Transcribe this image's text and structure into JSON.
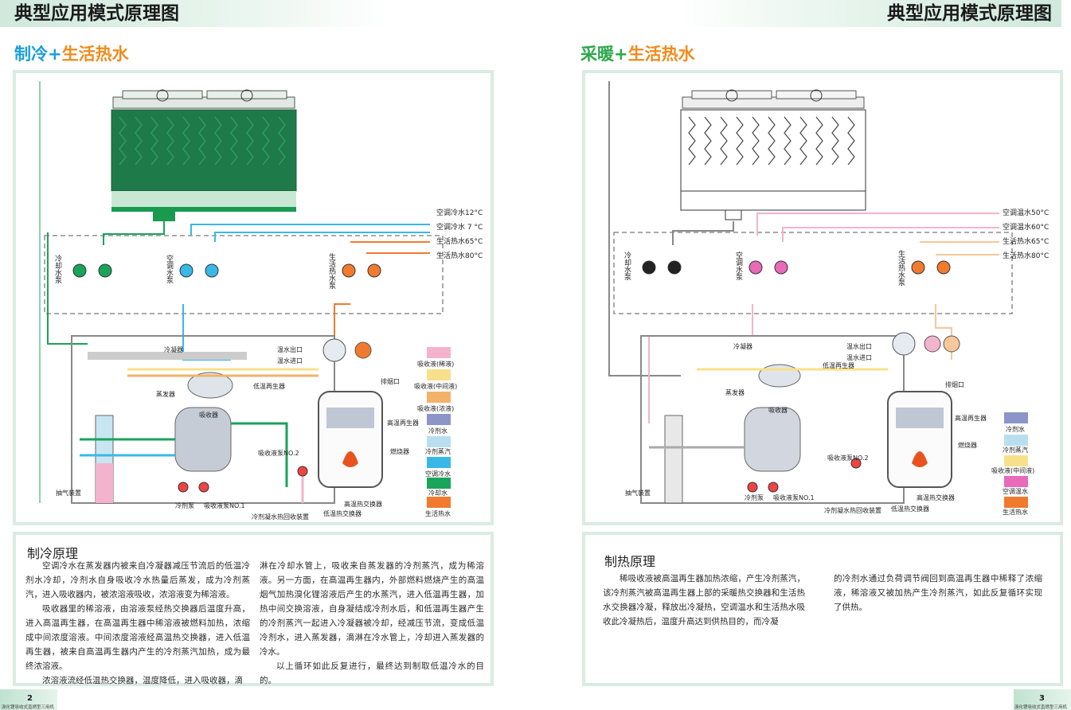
{
  "left": {
    "header": "典型应用模式原理图",
    "subtitle_a": "制冷",
    "subtitle_plus": "+",
    "subtitle_b": "生活热水",
    "outlets": [
      "空调冷水12°C",
      "空调冷水 7 °C",
      "生活热水65°C",
      "生活热水80°C"
    ],
    "pump_labels": [
      "冷却水泵",
      "空调水泵",
      "生活热水泵"
    ],
    "labels": {
      "condenser": "冷凝器",
      "hot_out": "温水出口",
      "hot_in": "温水进口",
      "lt_gen": "低温再生器",
      "evaporator": "蒸发器",
      "absorber": "吸收器",
      "exhaust": "排烟口",
      "ht_gen": "高温再生器",
      "burner": "燃烧器",
      "abs_pump2": "吸收液泵NO.2",
      "purge": "抽气装置",
      "ref_pump": "冷剂泵",
      "abs_pump1": "吸收液泵NO.1",
      "ht_hx": "高温热交换器",
      "lt_hx": "低温热交换器",
      "recovery": "冷剂凝水热回收装置"
    },
    "legend": [
      {
        "label": "吸收液(稀液)",
        "color": "#f3b3cd"
      },
      {
        "label": "吸收液(中间液)",
        "color": "#f8e08a"
      },
      {
        "label": "吸收液(浓液)",
        "color": "#f2b26a"
      },
      {
        "label": "冷剂水",
        "color": "#8c94c8"
      },
      {
        "label": "冷剂蒸汽",
        "color": "#b9def0"
      },
      {
        "label": "空调冷水",
        "color": "#39b8e8"
      },
      {
        "label": "冷却水",
        "color": "#1aa35a"
      },
      {
        "label": "生活热水",
        "color": "#f07b2e"
      }
    ],
    "text_title": "制冷原理",
    "col1": [
      "空调冷水在蒸发器内被来自冷凝器减压节流后的低温冷剂水冷却，冷剂水自身吸收冷水热量后蒸发，成为冷剂蒸汽，进入吸收器内，被浓溶液吸收，浓溶液变为稀溶液。",
      "吸收器里的稀溶液，由溶液泵经热交换器后温度升高，进入高温再生器，在高温再生器中稀溶液被燃料加热，浓缩成中间浓度溶液。中间浓度溶液经高温热交换器，进入低温再生器，被来自高温再生器内产生的冷剂蒸汽加热，成为最终浓溶液。",
      "浓溶液流经低温热交换器，温度降低，进入吸收器，滴"
    ],
    "col2": [
      "淋在冷却水管上，吸收来自蒸发器的冷剂蒸汽，成为稀溶液。另一方面，在高温再生器内，外部燃料燃烧产生的高温烟气加热溴化锂溶液后产生的水蒸汽，进入低温再生器，加热中间交换溶液，自身凝结成冷剂水后，和低温再生器产生的冷剂蒸汽一起进入冷凝器被冷却，经减压节流，变成低温冷剂水，进入蒸发器，滴淋在冷水管上，冷却进入蒸发器的冷水。",
      "以上循环如此反复进行，最终达到制取低温冷水的目的。"
    ],
    "page_num": "2",
    "footer": "溴化锂吸收式直燃型三用机"
  },
  "right": {
    "header": "典型应用模式原理图",
    "subtitle_a": "采暖",
    "subtitle_plus": "+",
    "subtitle_b": "生活热水",
    "outlets": [
      "空调温水50°C",
      "空调温水60°C",
      "生活热水65°C",
      "生活热水80°C"
    ],
    "pump_labels": [
      "冷却水泵",
      "空调水泵",
      "生活热水泵"
    ],
    "labels": {
      "condenser": "冷凝器",
      "hot_out": "温水出口",
      "hot_in": "温水进口",
      "lt_gen": "低温再生器",
      "evaporator": "蒸发器",
      "absorber": "吸收器",
      "exhaust": "排烟口",
      "ht_gen": "高温再生器",
      "burner": "燃烧器",
      "abs_pump2": "吸收液泵NO.2",
      "purge": "抽气装置",
      "ref_pump": "冷剂泵",
      "abs_pump1": "吸收液泵NO.1",
      "ht_hx": "高温热交换器",
      "lt_hx": "低温热交换器",
      "recovery": "冷剂凝水热回收装置"
    },
    "legend": [
      {
        "label": "冷剂水",
        "color": "#8c94c8"
      },
      {
        "label": "冷剂蒸汽",
        "color": "#b9def0"
      },
      {
        "label": "吸收液(中间液)",
        "color": "#f8e08a"
      },
      {
        "label": "空调温水",
        "color": "#e86ab8"
      },
      {
        "label": "生活热水",
        "color": "#f07b2e"
      }
    ],
    "text_title": "制热原理",
    "col1": [
      "稀吸收液被高温再生器加热浓缩，产生冷剂蒸汽，该冷剂蒸汽被高温再生器上部的采暖热交换器和生活热水交换器冷凝，释放出冷凝热，空调温水和生活热水吸收此冷凝热后，温度升高达到供热目的，而冷凝"
    ],
    "col2": [
      "的冷剂水通过负荷调节阀回到高温再生器中稀释了浓缩液，稀溶液又被加热产生冷剂蒸汽，如此反复循环实现了供热。"
    ],
    "page_num": "3",
    "footer": "溴化锂吸收式直燃型三用机"
  }
}
